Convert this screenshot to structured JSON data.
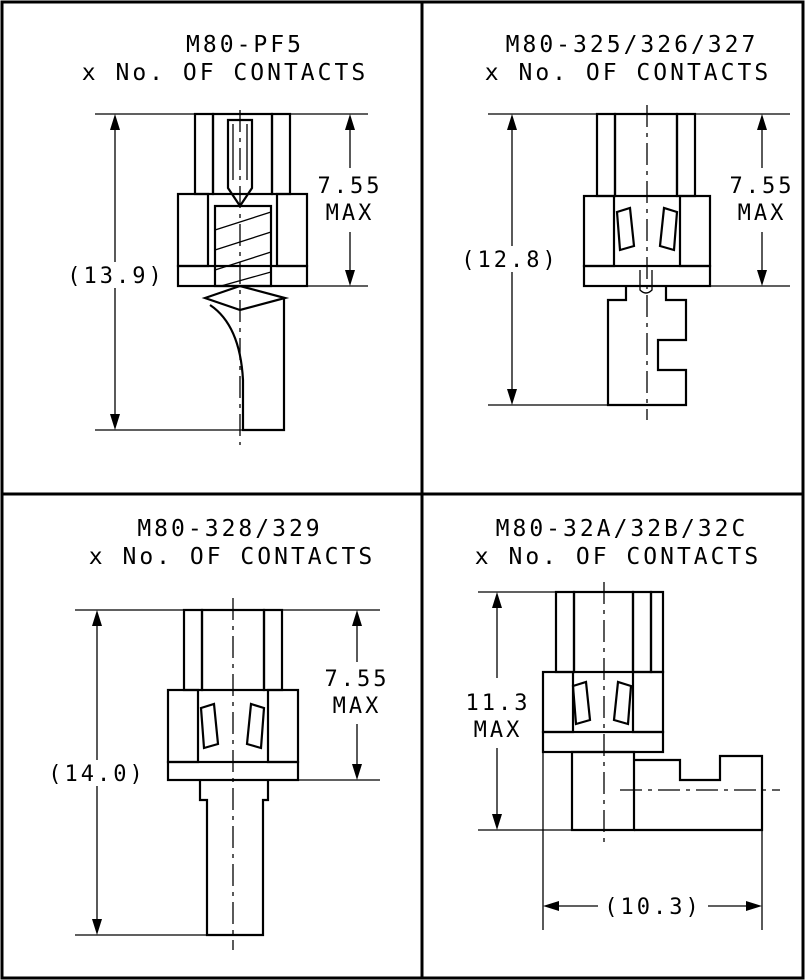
{
  "panels": [
    {
      "part": "M80-PF5",
      "qty": "x No. OF CONTACTS",
      "overall": "(13.9)",
      "height": "7.55",
      "height_note": "MAX"
    },
    {
      "part": "M80-325/326/327",
      "qty": "x No. OF CONTACTS",
      "overall": "(12.8)",
      "height": "7.55",
      "height_note": "MAX"
    },
    {
      "part": "M80-328/329",
      "qty": "x No. OF CONTACTS",
      "overall": "(14.0)",
      "height": "7.55",
      "height_note": "MAX"
    },
    {
      "part": "M80-32A/32B/32C",
      "qty": "x No. OF CONTACTS",
      "height": "11.3",
      "height_note": "MAX",
      "width": "(10.3)"
    }
  ]
}
